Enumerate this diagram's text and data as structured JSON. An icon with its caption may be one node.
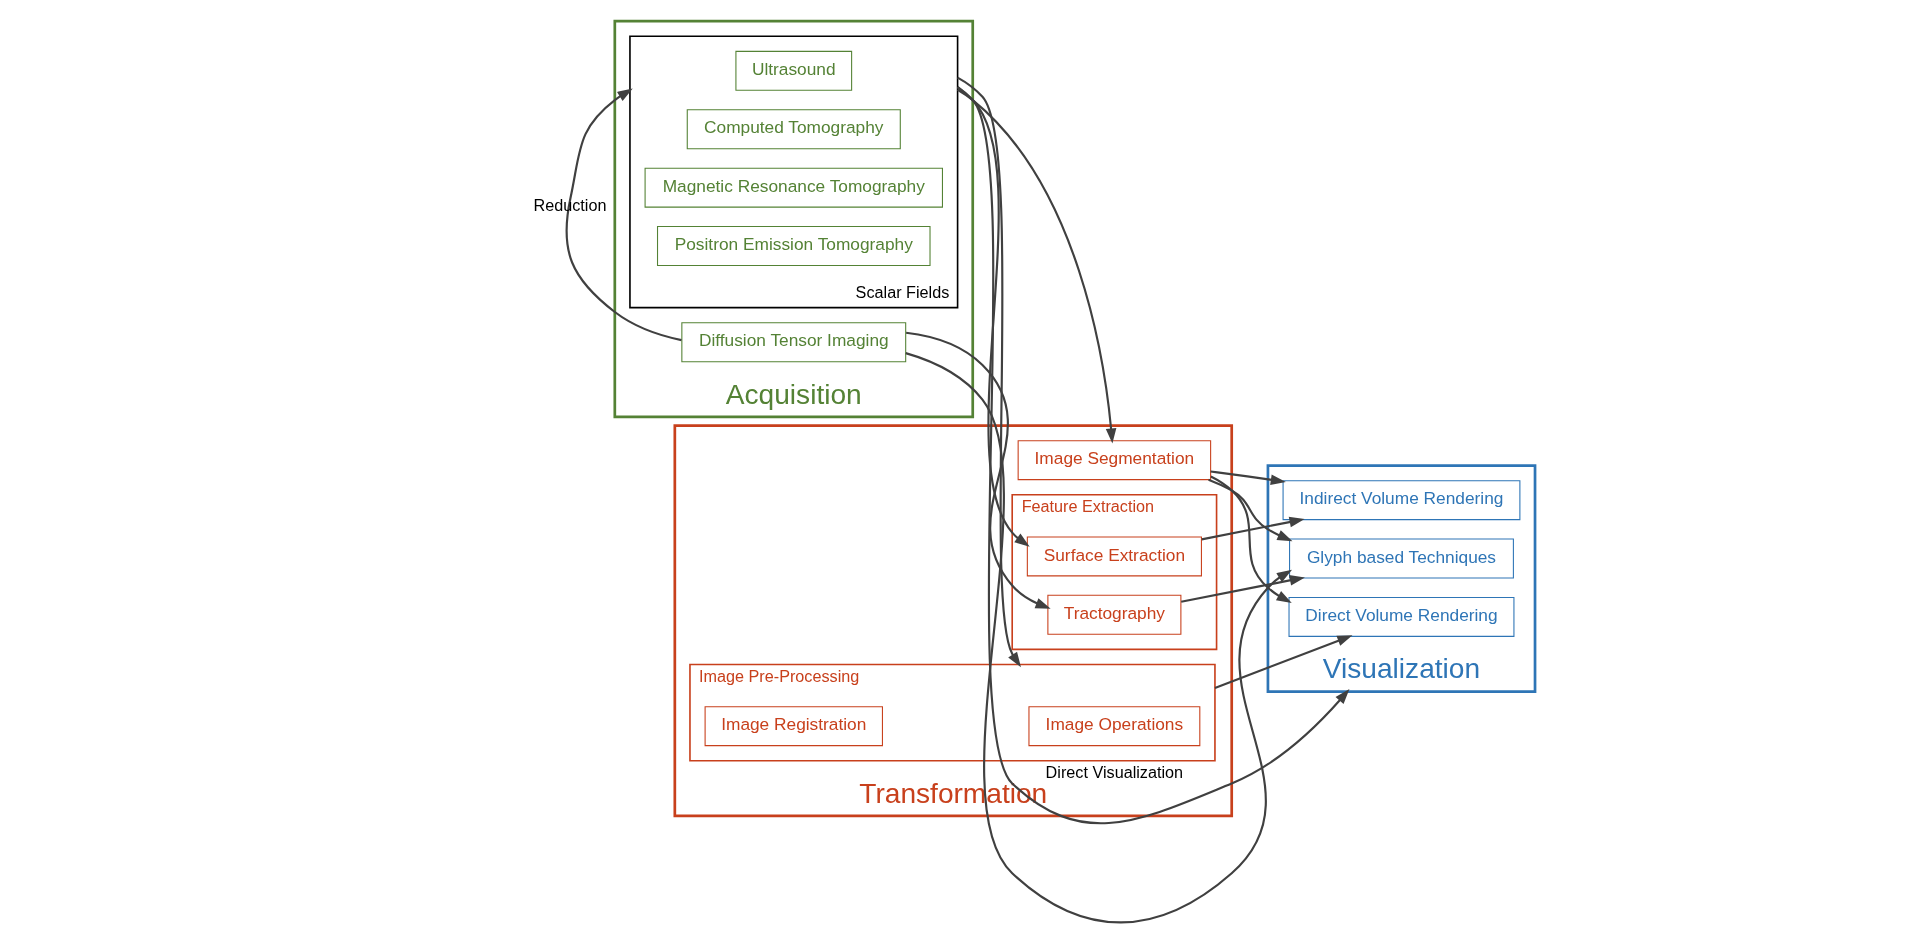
{
  "diagram": {
    "nodes": [
      {
        "text": [
          "Acquisition"
        ]
      },
      {
        "text": [
          "Scalar Fields"
        ],
        "in": 0
      },
      {
        "text": [
          "Ultrasound"
        ],
        "in": 1
      },
      {
        "text": [
          "Computed Tomography"
        ],
        "in": 1
      },
      {
        "text": [
          "Magnetic Resonance Tomography"
        ],
        "in": 1
      },
      {
        "text": [
          "Positron Emission Tomography"
        ],
        "in": 1
      },
      {
        "text": [
          "Diffusion Tensor Imaging"
        ],
        "in": 0
      },
      {
        "text": [
          "Transformation"
        ]
      },
      {
        "text": [
          "Image Pre-Processing"
        ],
        "in": 7
      },
      {
        "text": [
          "Image Operations"
        ],
        "in": 8
      },
      {
        "text": [
          "Image Registration"
        ],
        "in": 8
      },
      {
        "text": [
          "Image Segmentation"
        ],
        "in": 7
      },
      {
        "text": [
          "Feature Extraction"
        ],
        "in": 7
      },
      {
        "text": [
          "Surface Extraction"
        ],
        "in": 12
      },
      {
        "text": [
          "Tractography"
        ],
        "in": 12
      },
      {
        "text": [
          "Visualization"
        ]
      },
      {
        "text": [
          "Direct Volume Rendering"
        ],
        "in": 15
      },
      {
        "text": [
          "Indirect Volume Rendering"
        ],
        "in": 15
      },
      {
        "text": [
          "Glyph based Techniques"
        ],
        "in": 15
      }
    ],
    "edges": [
      {
        "from": 1,
        "to": 15,
        "arrow": "to",
        "label": "Direct Visualization"
      },
      {
        "from": 6,
        "to": 1,
        "arrow": "to",
        "label": "Reduction"
      },
      {
        "from": 1,
        "to": 8,
        "arrow": "to"
      },
      {
        "from": 1,
        "to": 11,
        "arrow": "to"
      },
      {
        "from": 1,
        "to": 13,
        "arrow": "to"
      },
      {
        "from": 6,
        "to": 14,
        "arrow": "to"
      },
      {
        "from": 6,
        "to": 18,
        "arrow": "to"
      },
      {
        "from": 8,
        "to": 16,
        "arrow": "to"
      },
      {
        "from": 11,
        "to": 16,
        "arrow": "to"
      },
      {
        "from": 11,
        "to": 17,
        "arrow": "to"
      },
      {
        "from": 11,
        "to": 18,
        "arrow": "to"
      },
      {
        "from": 13,
        "to": 17,
        "arrow": "to"
      },
      {
        "from": 14,
        "to": 18,
        "arrow": "to"
      }
    ]
  }
}
